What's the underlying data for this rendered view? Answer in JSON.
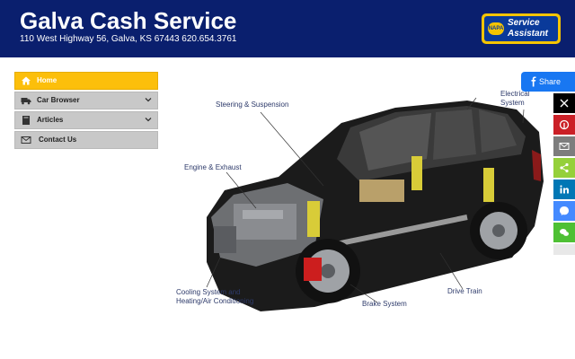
{
  "header": {
    "title": "Galva Cash Service",
    "address": "110 West Highway 56, Galva, KS 67443 620.654.3761",
    "badge": {
      "logo": "NAPA",
      "line1": "Service",
      "line2": "Assistant"
    }
  },
  "nav": {
    "items": [
      {
        "label": "Home",
        "icon": "home-icon",
        "active": true
      },
      {
        "label": "Car Browser",
        "icon": "truck-icon",
        "expandable": true
      },
      {
        "label": "Articles",
        "icon": "book-icon",
        "expandable": true
      },
      {
        "label": "Contact Us",
        "icon": "envelope-icon"
      }
    ]
  },
  "diagram": {
    "labels": {
      "electrical": [
        "Electrical",
        "System"
      ],
      "steering": "Steering & Suspension",
      "engine": "Engine & Exhaust",
      "cooling": [
        "Cooling System and",
        "Heating/Air Conditioning"
      ],
      "brake": "Brake System",
      "drive": "Drive Train"
    }
  },
  "share": {
    "label": "Share",
    "buttons": [
      {
        "name": "x",
        "color": "#000000"
      },
      {
        "name": "pinterest",
        "color": "#cb2027"
      },
      {
        "name": "email",
        "color": "#7d7d7d"
      },
      {
        "name": "sharethis",
        "color": "#95d03a"
      },
      {
        "name": "linkedin",
        "color": "#0077b5"
      },
      {
        "name": "messenger",
        "color": "#448aff"
      },
      {
        "name": "wechat",
        "color": "#4ec034"
      }
    ]
  },
  "colors": {
    "header_bg": "#0a1f6e",
    "nav_active": "#fcbf0b",
    "nav_inactive": "#c8c8c8",
    "facebook": "#1877f2"
  }
}
